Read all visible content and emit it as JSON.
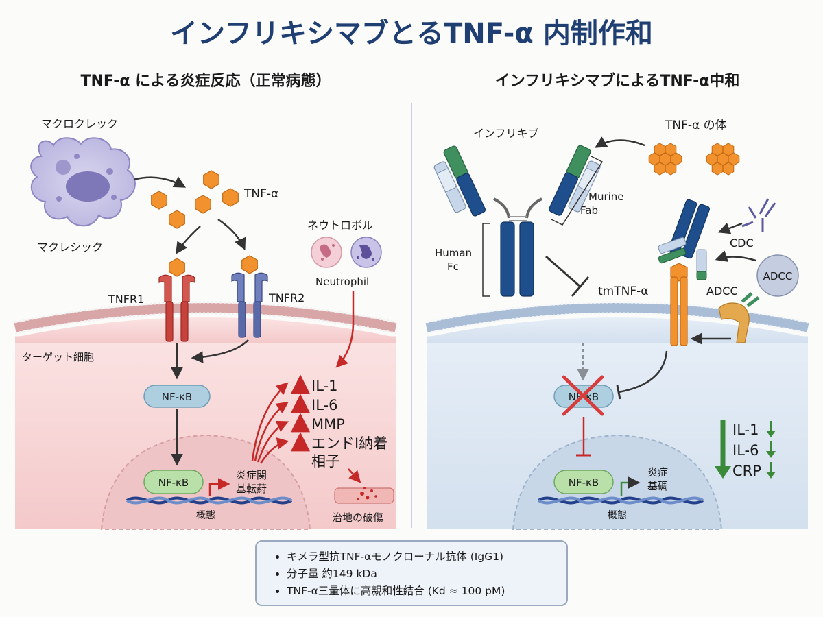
{
  "title": "インフリキシマブとるTNF-α 内制作和",
  "left_panel": {
    "heading": "TNF-α による炎症反応（正常病態）",
    "macrophage_top": "マクロクレック",
    "macrophage_bottom": "マクレシック",
    "tnf_alpha": "TNF-α",
    "neutrophil_jp": "ネウトロボル",
    "neutrophil_en": "Neutrophil",
    "receptor1": "TNFR1",
    "receptor2": "TNFR2",
    "target_cell": "ターゲット細胞",
    "nfkb_cytoplasm": "NF-κB",
    "nfkb_nucleus": "NF-κB",
    "gene_line1": "炎症関",
    "gene_line2": "基転葤",
    "nucleus_label": "概態",
    "outputs": [
      "IL-1",
      "IL-6",
      "MMP",
      "エンドI納着"
    ],
    "outputs_cont": "相子",
    "tissue": "治地の破傷"
  },
  "right_panel": {
    "heading": "インフリキシマブによるTNF-α中和",
    "antibody": "インフリキブ",
    "tnf_trimer": "TNF-α の体",
    "murine_line1": "Murine",
    "murine_line2": "Fab",
    "human_line1": "Human",
    "human_line2": "Fc",
    "tm_tnf": "tmTNF-α",
    "cdc": "CDC",
    "adcc_cell": "ADCC",
    "adcc_label": "ADCC",
    "nfkb_blocked": "NF-κB",
    "nfkb_nucleus": "NF-κB",
    "gene_line1": "炎症",
    "gene_line2": "基碉",
    "nucleus_label": "概態",
    "markers": [
      "IL-1",
      "IL-6",
      "CRP"
    ]
  },
  "info": {
    "items": [
      "キメラ型抗TNF-αモノクローナル抗体 (IgG1)",
      "分子量 約149 kDa",
      "TNF-α三量体に高親和性結合 (Kd ≈ 100 pM)"
    ]
  },
  "colors": {
    "title": "#1f3f73",
    "tnf": "#f2922f",
    "tnfr1": "#c8423c",
    "tnfr2": "#5a6aa8",
    "red_arrow": "#c62828",
    "green_down": "#3a8a3a",
    "antibody_dark": "#1f4e8c",
    "antibody_green": "#3f8f5f"
  }
}
